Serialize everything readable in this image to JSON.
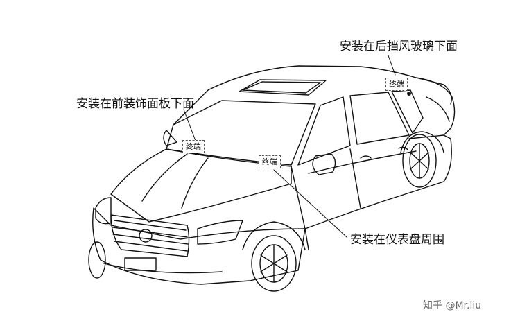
{
  "callouts": {
    "rear_windshield": "安装在后挡风玻璃下面",
    "front_trim_panel": "安装在前装饰面板下面",
    "dashboard": "安装在仪表盘周围"
  },
  "terminal_tags": {
    "rear": "终端",
    "front_left": "终端",
    "front_center": "终端"
  },
  "watermark": "知乎 @Mr.liu"
}
